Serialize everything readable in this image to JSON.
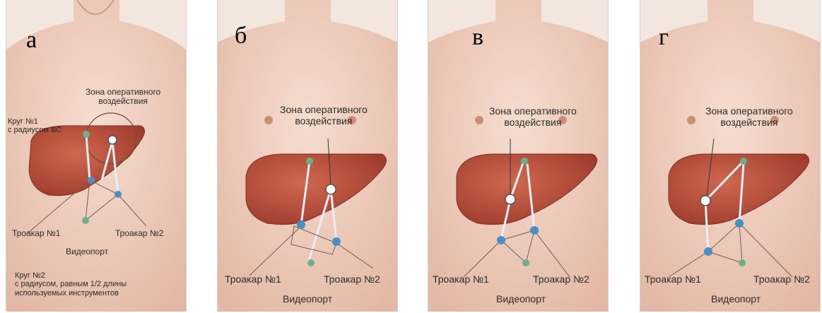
{
  "panels": [
    {
      "letter": "а",
      "zone": [
        "Зона оперативного",
        "воздействия"
      ],
      "circle1": [
        "Круг №1",
        "с радиусом ВС"
      ],
      "trocar1": "Троакар №1",
      "trocar2": "Троакар №2",
      "videoport": "Видеопорт",
      "circle2": [
        "Круг №2",
        "с радиусом, равным 1/2 длины",
        "используемых  инструментов"
      ]
    },
    {
      "letter": "б",
      "zone": [
        "Зона оперативного",
        "воздействия"
      ],
      "trocar1": "Троакар №1",
      "trocar2": "Троакар №2",
      "videoport": "Видеопорт"
    },
    {
      "letter": "в",
      "zone": [
        "Зона оперативного",
        "воздействия"
      ],
      "trocar1": "Троакар №1",
      "trocar2": "Троакар №2",
      "videoport": "Видеопорт"
    },
    {
      "letter": "г",
      "zone": [
        "Зона оперативного",
        "воздействия"
      ],
      "trocar1": "Троакар №1",
      "trocar2": "Троакар №2",
      "videoport": "Видеопорт"
    }
  ]
}
